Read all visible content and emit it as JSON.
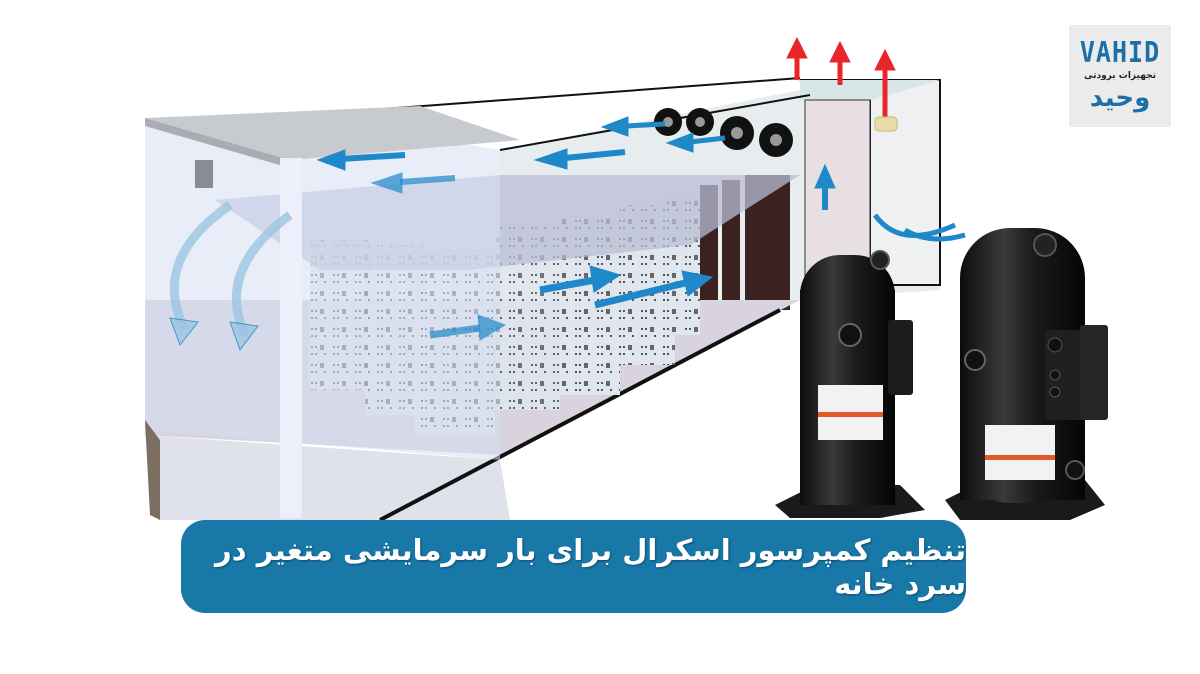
{
  "logo": {
    "latin_text": "VAHID",
    "subtitle": "تجهیزات برودتی",
    "persian_text": "وحید",
    "color": "#1d6fa8",
    "background": "#ebebeb"
  },
  "banner": {
    "title": "تنظیم کمپرسور اسکرال برای بار سرمایشی متغیر در سرد خانه",
    "background": "#1878a8",
    "text_color": "#ffffff"
  },
  "illustration": {
    "subject": "cold-storage room cutaway with airflow arrows and two scroll compressors",
    "heat_arrow_color": "#e8262a",
    "airflow_arrow_color": "#1e88c8",
    "evaporator_fan_count": 4,
    "heat_arrow_count": 3,
    "compressor_count": 2
  }
}
